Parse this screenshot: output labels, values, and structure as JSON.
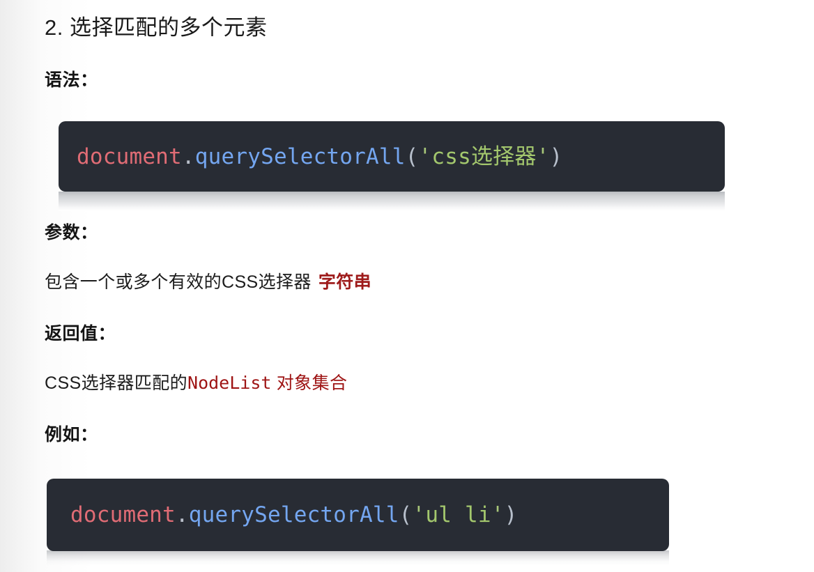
{
  "document": {
    "section_number_title": "2. 选择匹配的多个元素",
    "background_color": "#ffffff",
    "text_color": "#1c1c1c",
    "accent_red": "#9e1b1b",
    "code_background": "#282c34"
  },
  "sections": {
    "syntax": {
      "label": "语法：",
      "code": {
        "object": "document",
        "dot": ".",
        "method": "querySelectorAll",
        "open_paren": "(",
        "open_quote": "'",
        "argument": "css选择器",
        "close_quote": "'",
        "close_paren": ")",
        "full_text": "document.querySelectorAll('css选择器')"
      }
    },
    "params": {
      "label": "参数：",
      "description_plain": "包含一个或多个有效的CSS选择器",
      "description_accent": "字符串"
    },
    "returns": {
      "label": "返回值：",
      "description_plain": "CSS选择器匹配的",
      "description_accent_mono": "NodeList",
      "description_accent_tail": " 对象集合"
    },
    "example": {
      "label": "例如：",
      "code": {
        "object": "document",
        "dot": ".",
        "method": "querySelectorAll",
        "open_paren": "(",
        "open_quote": "'",
        "argument": "ul li",
        "close_quote": "'",
        "close_paren": ")",
        "full_text": "document.querySelectorAll('ul li')"
      }
    }
  },
  "syntax_colors": {
    "object": "#e06c75",
    "dot": "#b9bfca",
    "method": "#74a6f0",
    "paren": "#b8c0cc",
    "string": "#a3c76d"
  }
}
